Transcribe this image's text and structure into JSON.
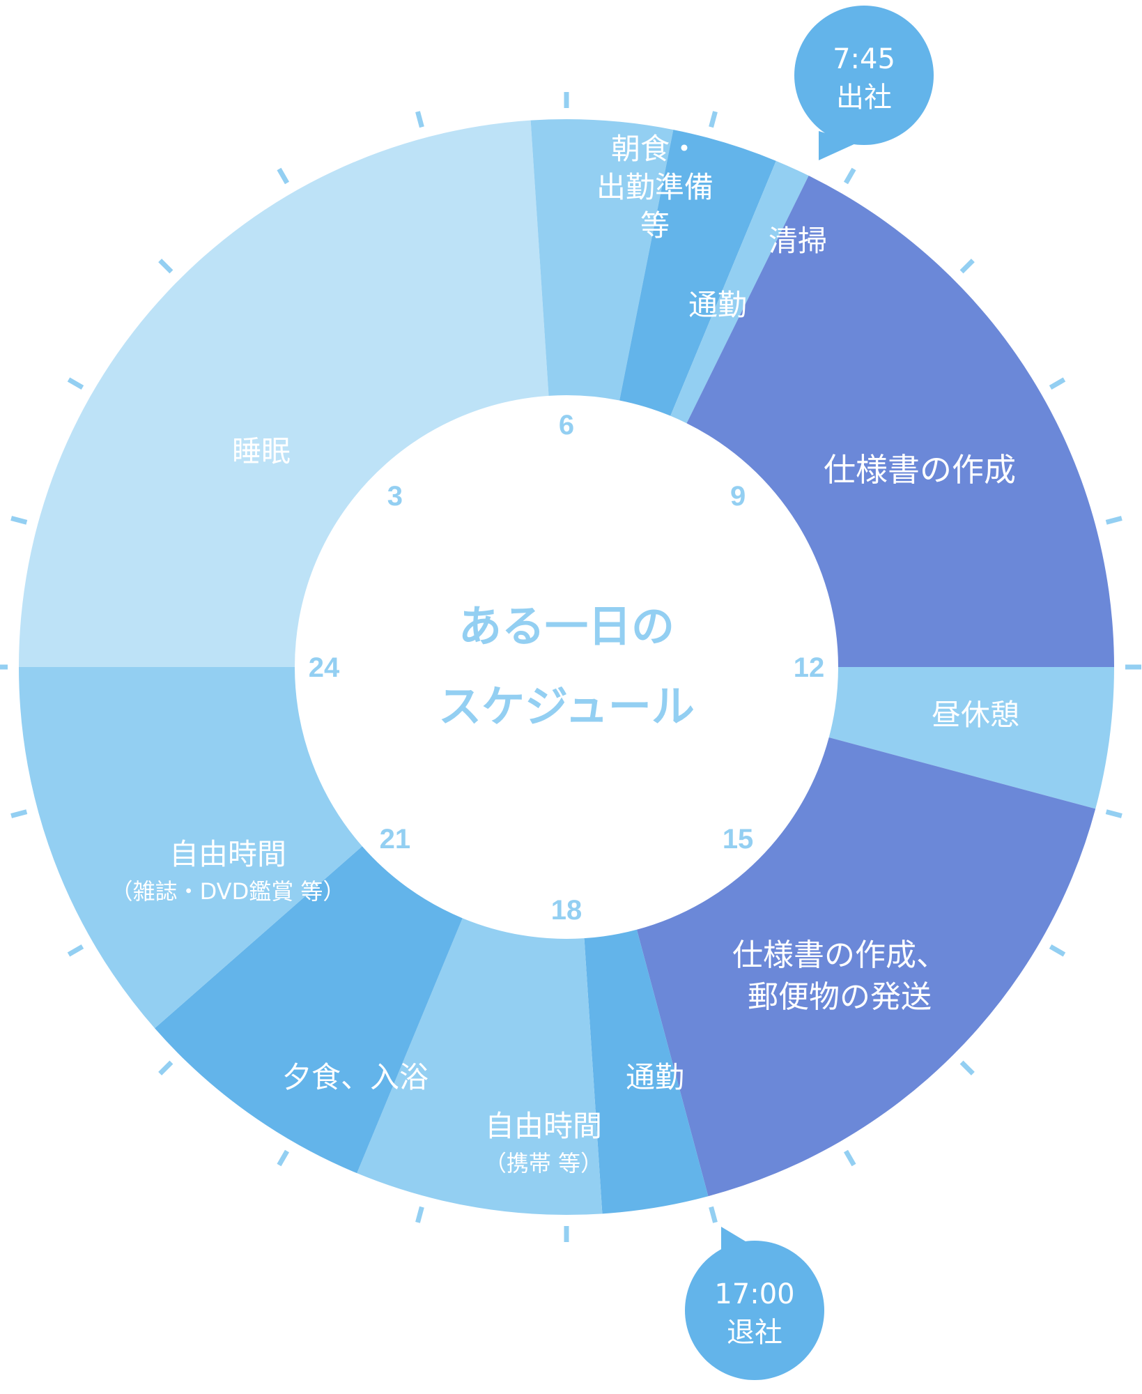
{
  "chart_data": {
    "type": "pie",
    "title_lines": [
      "ある一日の",
      "スケジュール"
    ],
    "hour_labels": [
      "3",
      "6",
      "9",
      "12",
      "15",
      "18",
      "21",
      "24"
    ],
    "segments": [
      {
        "name": "sleep",
        "label_lines": [
          "睡眠"
        ],
        "sub_label": "",
        "start": 0.0,
        "end": 5.75,
        "color": "#BDE2F7"
      },
      {
        "name": "breakfast",
        "label_lines": [
          "朝食・",
          "出勤準備",
          "等"
        ],
        "sub_label": "",
        "start": 5.75,
        "end": 6.75,
        "color": "#93CFF2"
      },
      {
        "name": "commute-morning",
        "label_lines": [
          "通勤"
        ],
        "sub_label": "",
        "start": 6.75,
        "end": 7.5,
        "color": "#63B4EA"
      },
      {
        "name": "cleaning",
        "label_lines": [
          "清掃"
        ],
        "sub_label": "",
        "start": 7.5,
        "end": 7.75,
        "color": "#93CFF2"
      },
      {
        "name": "spec-writing",
        "label_lines": [
          "仕様書の作成"
        ],
        "sub_label": "",
        "start": 7.75,
        "end": 12.0,
        "color": "#6B88D8"
      },
      {
        "name": "lunch-break",
        "label_lines": [
          "昼休憩"
        ],
        "sub_label": "",
        "start": 12.0,
        "end": 13.0,
        "color": "#93CFF2"
      },
      {
        "name": "spec-writing-mail",
        "label_lines": [
          "仕様書の作成、",
          "郵便物の発送"
        ],
        "sub_label": "",
        "start": 13.0,
        "end": 17.0,
        "color": "#6B88D8"
      },
      {
        "name": "commute-evening",
        "label_lines": [
          "通勤"
        ],
        "sub_label": "",
        "start": 17.0,
        "end": 17.75,
        "color": "#63B4EA"
      },
      {
        "name": "free-time-phone",
        "label_lines": [
          "自由時間"
        ],
        "sub_label": "（携帯 等）",
        "start": 17.75,
        "end": 19.5,
        "color": "#93CFF2"
      },
      {
        "name": "dinner-bath",
        "label_lines": [
          "夕食、入浴"
        ],
        "sub_label": "",
        "start": 19.5,
        "end": 21.25,
        "color": "#63B4EA"
      },
      {
        "name": "free-time-media",
        "label_lines": [
          "自由時間"
        ],
        "sub_label": "（雑誌・DVD鑑賞 等）",
        "start": 21.25,
        "end": 24.0,
        "color": "#93CFF2"
      }
    ],
    "callouts": [
      {
        "name": "leave-home",
        "time": "7:45",
        "label": "出社",
        "at": 7.75,
        "color": "#63B4EA"
      },
      {
        "name": "leave-office",
        "time": "17:00",
        "label": "退社",
        "at": 17.0,
        "color": "#63B4EA"
      }
    ],
    "tick_color": "#93CFF2",
    "hour_label_color": "#93CFF2",
    "title_color": "#93CFF2"
  }
}
